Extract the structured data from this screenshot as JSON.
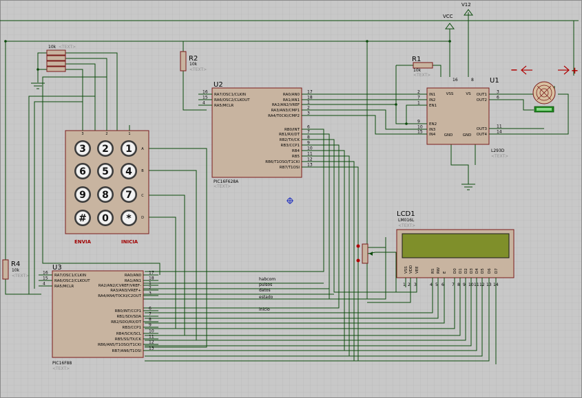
{
  "colors": {
    "background": "#c8c8c8",
    "grid": "#b4b4b4",
    "wire": "#0a4a0a",
    "body_fill": "#c8b4a0",
    "body_stroke": "#7a1a1a",
    "pin_text": "#000000",
    "pin_number": "#000000",
    "label_red": "#a00000",
    "text_placeholder": "#909090",
    "lcd_screen": "#7f8f2a",
    "motor_fill": "#d8c0a0",
    "motor_badge": "#1e8a1e"
  },
  "placeholder": "<TEXT>",
  "power": {
    "vcc": "VCC",
    "v12": "V12"
  },
  "resistor_pack": {
    "label": "10k"
  },
  "keypad": {
    "keys": [
      "3",
      "2",
      "1",
      "6",
      "5",
      "4",
      "9",
      "8",
      "7",
      "#",
      "0",
      "*"
    ],
    "cols": [
      "3",
      "2",
      "1"
    ],
    "rows": [
      "A",
      "B",
      "C",
      "D"
    ],
    "label_left": "ENVIA",
    "label_right": "INICIA"
  },
  "r2": {
    "name": "R2",
    "value": "10k"
  },
  "r1": {
    "name": "R1",
    "value": "10k"
  },
  "r4": {
    "name": "R4",
    "value": "10k"
  },
  "u2": {
    "name": "U2",
    "part": "PIC16F628A",
    "left_pins": [
      {
        "num": "16",
        "label": "RA7/OSC1/CLKIN"
      },
      {
        "num": "15",
        "label": "RA6/OSC2/CLKOUT"
      },
      {
        "num": "4",
        "label": "RA5/MCLR"
      }
    ],
    "right_pins": [
      {
        "num": "17",
        "label": "RA0/AN0"
      },
      {
        "num": "18",
        "label": "RA1/AN1"
      },
      {
        "num": "1",
        "label": "RA2/AN2/VREF"
      },
      {
        "num": "2",
        "label": "RA3/AN3/CMP1"
      },
      {
        "num": "3",
        "label": "RA4/T0CKI/CMP2"
      },
      {
        "num": "6",
        "label": "RB0/INT"
      },
      {
        "num": "7",
        "label": "RB1/RX/DT"
      },
      {
        "num": "8",
        "label": "RB2/TX/CK"
      },
      {
        "num": "9",
        "label": "RB3/CCP1"
      },
      {
        "num": "10",
        "label": "RB4"
      },
      {
        "num": "11",
        "label": "RB5"
      },
      {
        "num": "12",
        "label": "RB6/T1OSO/T1CKI"
      },
      {
        "num": "13",
        "label": "RB7/T1OSI"
      }
    ]
  },
  "u1": {
    "name": "U1",
    "part": "L293D",
    "left_pins": [
      {
        "num": "2",
        "label": "IN1"
      },
      {
        "num": "7",
        "label": "IN2"
      },
      {
        "num": "1",
        "label": "EN1"
      },
      {
        "num": "9",
        "label": "EN2"
      },
      {
        "num": "10",
        "label": "IN3"
      },
      {
        "num": "15",
        "label": "IN4"
      }
    ],
    "right_pins": [
      {
        "num": "3",
        "label": "OUT1"
      },
      {
        "num": "6",
        "label": "OUT2"
      },
      {
        "num": "11",
        "label": "OUT3"
      },
      {
        "num": "14",
        "label": "OUT4"
      }
    ],
    "top_pins": [
      {
        "num": "16",
        "label": "VSS"
      },
      {
        "num": "8",
        "label": "VS"
      }
    ],
    "bottom_labels": [
      "GND",
      "GND"
    ]
  },
  "lcd": {
    "name": "LCD1",
    "part": "LM016L",
    "pins": [
      {
        "num": "1",
        "label": "VSS"
      },
      {
        "num": "2",
        "label": "VDD"
      },
      {
        "num": "3",
        "label": "VEE"
      },
      {
        "num": "4",
        "label": "RS"
      },
      {
        "num": "5",
        "label": "RW"
      },
      {
        "num": "6",
        "label": "E"
      },
      {
        "num": "7",
        "label": "D0"
      },
      {
        "num": "8",
        "label": "D1"
      },
      {
        "num": "9",
        "label": "D2"
      },
      {
        "num": "10",
        "label": "D3"
      },
      {
        "num": "11",
        "label": "D4"
      },
      {
        "num": "12",
        "label": "D5"
      },
      {
        "num": "13",
        "label": "D6"
      },
      {
        "num": "14",
        "label": "D7"
      }
    ]
  },
  "u3": {
    "name": "U3",
    "part": "PIC16F88",
    "left_pins": [
      {
        "num": "16",
        "label": "RA7/OSC1/CLKIN"
      },
      {
        "num": "15",
        "label": "RA6/OSC2/CLKOUT"
      },
      {
        "num": "4",
        "label": "RA5/MCLR"
      }
    ],
    "right_pins": [
      {
        "num": "17",
        "label": "RA0/AN0"
      },
      {
        "num": "18",
        "label": "RA1/AN1"
      },
      {
        "num": "1",
        "label": "RA2/AN2/CVREF/VREF-"
      },
      {
        "num": "2",
        "label": "RA3/AN3/VREF+"
      },
      {
        "num": "3",
        "label": "RA4/AN4/T0CKI/C2OUT"
      },
      {
        "num": "6",
        "label": "RB0/INT/CCP1"
      },
      {
        "num": "7",
        "label": "RB1/SDI/SDA"
      },
      {
        "num": "8",
        "label": "RB2/SDO/RX/DT"
      },
      {
        "num": "9",
        "label": "RB3/CCP1"
      },
      {
        "num": "10",
        "label": "RB4/SCK/SCL"
      },
      {
        "num": "11",
        "label": "RB5/SS/TX/CK"
      },
      {
        "num": "12",
        "label": "RB6/AN5/T1OSO/T1CKI"
      },
      {
        "num": "13",
        "label": "RB7/AN6/T1OSI"
      }
    ]
  },
  "net_labels": [
    "habcom",
    "pulsos",
    "datos",
    "estado",
    "inicio"
  ],
  "motor": {
    "minus": "−",
    "plus": "+"
  }
}
